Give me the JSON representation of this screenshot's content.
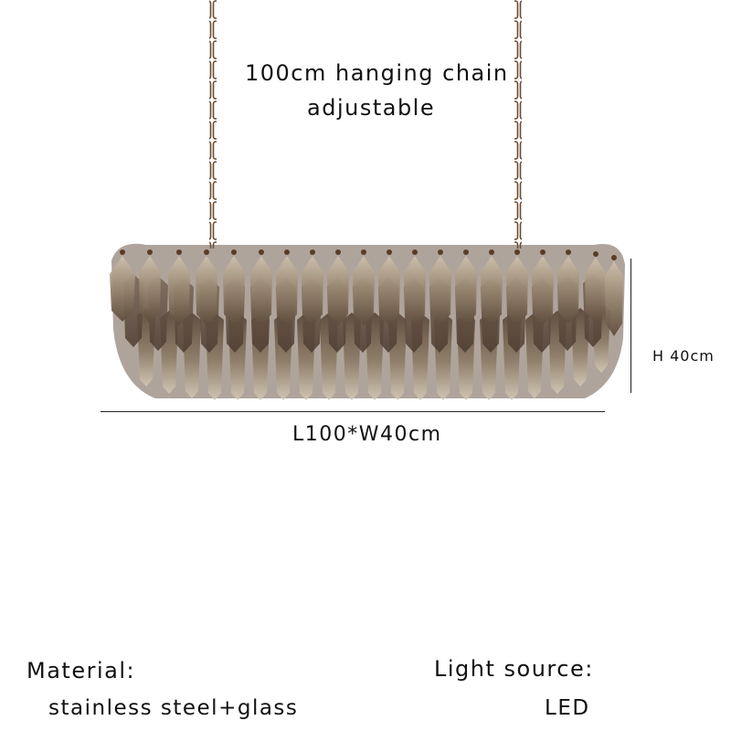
{
  "product": {
    "chain": {
      "title": "100cm hanging chain",
      "subtitle": "adjustable"
    },
    "dimensions": {
      "height": "H 40cm",
      "length_width": "L100*W40cm"
    },
    "specs": {
      "material_label": "Material:",
      "material_value": "stainless steel+glass",
      "light_source_label": "Light source:",
      "light_source_value": "LED"
    },
    "image": {
      "subject": "rectangular smoked glass chandelier",
      "glass_color": "#8a7a66",
      "glass_highlight": "#c9bba5",
      "metal_color": "#6b4a2e"
    }
  }
}
